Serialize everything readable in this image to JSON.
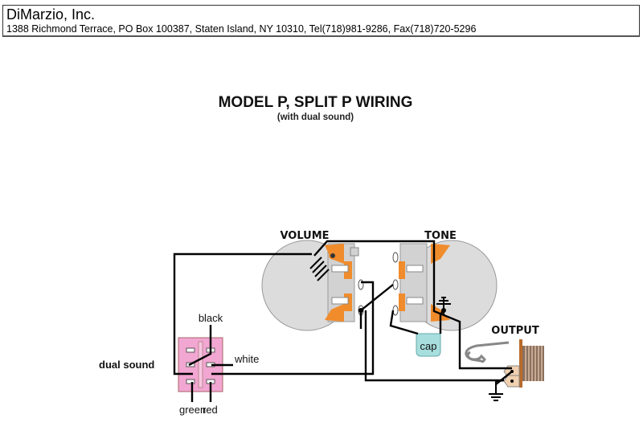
{
  "header": {
    "company": "DiMarzio, Inc.",
    "address": "1388 Richmond Terrace, PO Box 100387, Staten Island, NY 10310, Tel(718)981-9286, Fax(718)720-5296"
  },
  "diagram": {
    "title": "MODEL P, SPLIT P WIRING",
    "subtitle": "(with dual sound)",
    "labels": {
      "volume": "VOLUME",
      "tone": "TONE",
      "output": "OUTPUT",
      "cap": "cap",
      "dual_sound": "dual sound",
      "black": "black",
      "white": "white",
      "green": "green",
      "red": "red"
    },
    "colors": {
      "pot_body": "#dcdcdc",
      "pot_lug": "#f08c2c",
      "switch": "#f2a6d2",
      "cap": "#a8dede",
      "jack": "#f0d0b0",
      "wire": "#000000"
    }
  }
}
